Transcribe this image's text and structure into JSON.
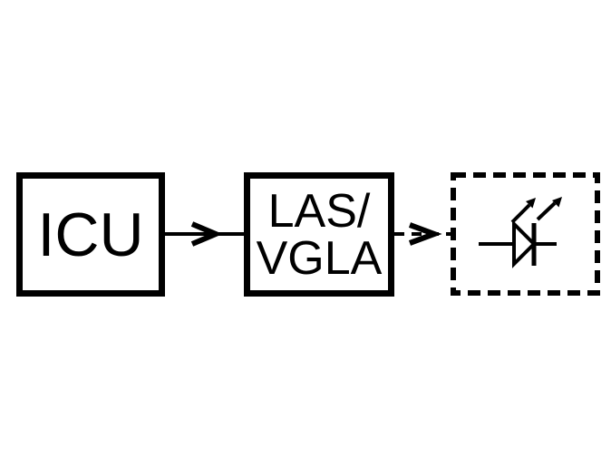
{
  "diagram": {
    "type": "block-diagram",
    "background_color": "#ffffff",
    "stroke_color": "#000000",
    "boxes": {
      "icu": {
        "label": "ICU",
        "border_style": "solid"
      },
      "las_vgla": {
        "lines": [
          "LAS/",
          "VGLA"
        ],
        "border_style": "solid"
      },
      "led": {
        "label": "",
        "border_style": "dashed",
        "icon": "led-diode-icon"
      }
    },
    "connections": [
      {
        "from": "ICU",
        "to": "LAS/VGLA",
        "line_style": "solid",
        "arrowhead": "open-chevron"
      },
      {
        "from": "LAS/VGLA",
        "to": "LED",
        "line_style": "dashed",
        "arrowhead": "open-chevron"
      }
    ]
  }
}
